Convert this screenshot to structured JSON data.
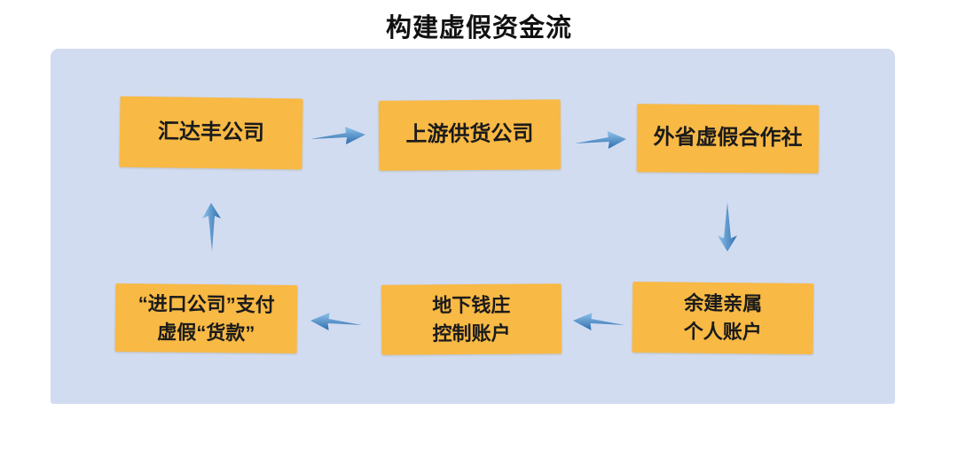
{
  "title": "构建虚假资金流",
  "colors": {
    "panel_background": "#d2dcf1",
    "node_fill": "#f8b945",
    "node_text": "#1b1b1b",
    "title_text": "#111111",
    "arrow_blue": "#4a90d2"
  },
  "diagram": {
    "nodes": [
      {
        "id": "huidafeng-company",
        "label": "汇达丰公司"
      },
      {
        "id": "upstream-supplier",
        "label": "上游供货公司"
      },
      {
        "id": "out-province-fake-coop",
        "label": "外省虚假合作社"
      },
      {
        "id": "import-company-payment",
        "label": "“进口公司”支付\n虚假“货款”"
      },
      {
        "id": "underground-bank-account",
        "label": "地下钱庄\n控制账户"
      },
      {
        "id": "relatives-accounts",
        "label": "余建亲属\n个人账户"
      }
    ],
    "connectors": [
      {
        "from": "huidafeng-company",
        "to": "upstream-supplier",
        "direction": "right"
      },
      {
        "from": "upstream-supplier",
        "to": "out-province-fake-coop",
        "direction": "right"
      },
      {
        "from": "out-province-fake-coop",
        "to": "relatives-accounts",
        "direction": "down"
      },
      {
        "from": "relatives-accounts",
        "to": "underground-bank-account",
        "direction": "left"
      },
      {
        "from": "underground-bank-account",
        "to": "import-company-payment",
        "direction": "left"
      },
      {
        "from": "import-company-payment",
        "to": "huidafeng-company",
        "direction": "up"
      }
    ]
  }
}
